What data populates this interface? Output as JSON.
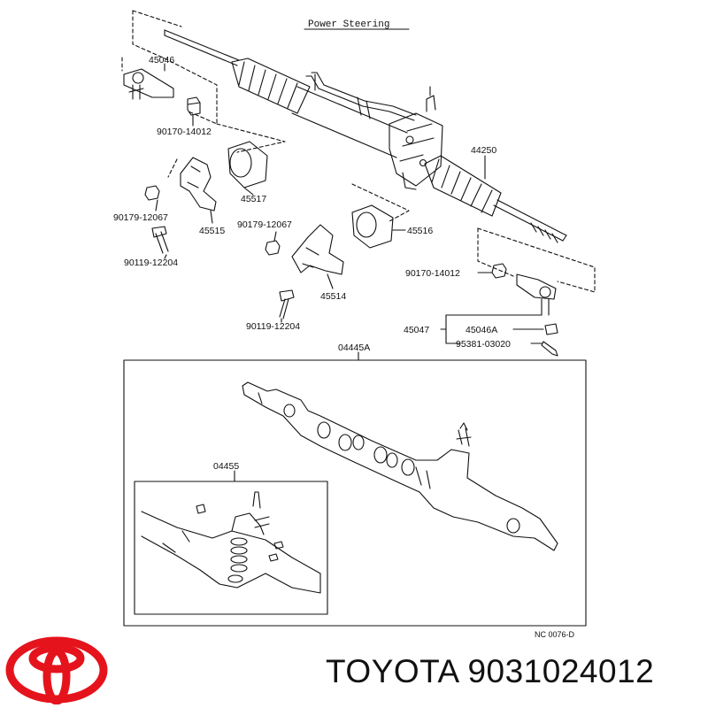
{
  "diagram": {
    "title": "Power Steering",
    "figure_code": "NC 0076-D",
    "part_labels": {
      "p45046": "45046",
      "p90170a": "90170-14012",
      "p45517": "45517",
      "p44250": "44250",
      "p90179a": "90179-12067",
      "p45515": "45515",
      "p90179b": "90179-12067",
      "p45516": "45516",
      "p90119a": "90119-12204",
      "p90170b": "90170-14012",
      "p45514": "45514",
      "p45047": "45047",
      "p45046a": "45046A",
      "p90119b": "90119-12204",
      "p95381": "95381-03020",
      "p04445a": "04445A",
      "p04455": "04455"
    }
  },
  "footer": {
    "brand_name": "TOYOTA",
    "part_number": "9031024012",
    "logo_color": "#e5141c"
  }
}
